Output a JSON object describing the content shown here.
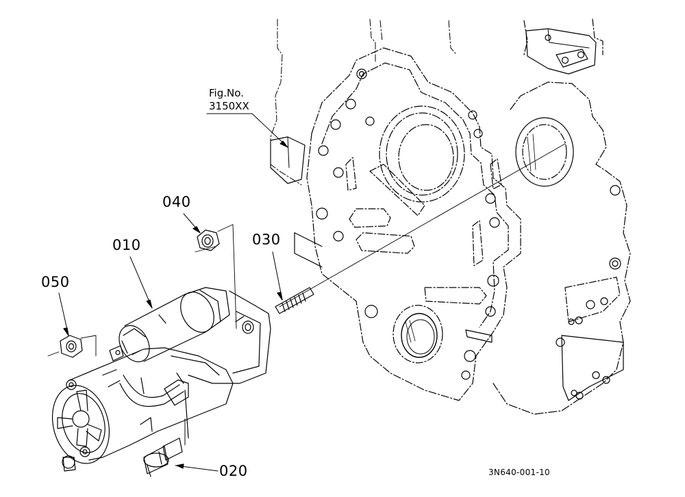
{
  "fig_reference": {
    "line1": "Fig.No.",
    "line2": "3150XX"
  },
  "callouts": {
    "part_010": "010",
    "part_020": "020",
    "part_030": "030",
    "part_040": "040",
    "part_050": "050"
  },
  "drawing_code": "3N640-001-10",
  "colors": {
    "ink": "#000000",
    "background": "#ffffff"
  }
}
